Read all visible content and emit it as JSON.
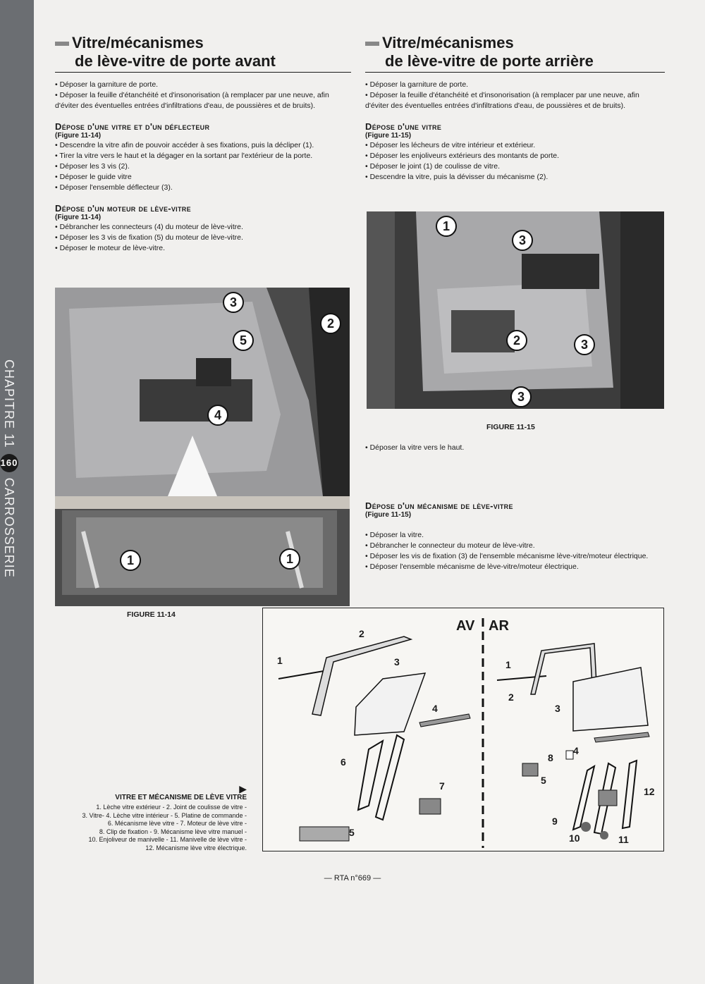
{
  "sidebar": {
    "chapter": "CHAPITRE 11",
    "page_number": "160",
    "section": "CARROSSERIE"
  },
  "left": {
    "title_line1": "Vitre/mécanismes",
    "title_line2": "de lève-vitre de porte avant",
    "intro": [
      "Déposer la garniture de porte.",
      "Déposer la feuille d'étanchéité et d'insonorisation (à remplacer par une neuve, afin d'éviter des éventuelles entrées d'infiltrations d'eau, de poussières et de bruits)."
    ],
    "s1_title": "Dépose d'une vitre et d'un déflecteur",
    "s1_ref": "(Figure 11-14)",
    "s1_items": [
      "Descendre la vitre afin de pouvoir accéder à ses fixations, puis la décliper (1).",
      "Tirer la vitre vers le haut et la dégager en la sortant par l'extérieur de la porte.",
      "Déposer les 3 vis (2).",
      "Déposer le guide vitre",
      "Déposer l'ensemble déflecteur (3)."
    ],
    "s2_title": "Dépose d'un moteur de lève-vitre",
    "s2_ref": "(Figure 11-14)",
    "s2_items": [
      "Débrancher les connecteurs (4) du moteur de lève-vitre.",
      "Déposer les 3 vis de fixation (5) du moteur de lève-vitre.",
      "Déposer le moteur de lève-vitre."
    ],
    "fig_caption": "FIGURE 11-14",
    "callouts": [
      "1",
      "1",
      "2",
      "3",
      "4",
      "5"
    ]
  },
  "right": {
    "title_line1": "Vitre/mécanismes",
    "title_line2": "de lève-vitre de porte arrière",
    "intro": [
      "Déposer la garniture de porte.",
      "Déposer la feuille d'étanchéité et d'insonorisation (à remplacer par une neuve, afin d'éviter des éventuelles entrées d'infiltrations d'eau, de poussières et de bruits)."
    ],
    "s1_title": "Dépose d'une vitre",
    "s1_ref": "(Figure 11-15)",
    "s1_items": [
      "Déposer les lécheurs de vitre intérieur et extérieur.",
      "Déposer les enjoliveurs extérieurs des montants de porte.",
      "Déposer le joint (1) de coulisse de vitre.",
      "Descendre la vitre, puis la dévisser du mécanisme (2)."
    ],
    "fig_caption": "FIGURE 11-15",
    "after_fig": "Déposer la vitre vers le haut.",
    "s2_title": "Dépose d'un mécanisme de lève-vitre",
    "s2_ref": "(Figure 11-15)",
    "s2_items": [
      "Déposer la vitre.",
      "Débrancher le connecteur du moteur de lève-vitre.",
      "Déposer les vis de fixation (3) de l'ensemble mécanisme lève-vitre/moteur électrique.",
      "Déposer l'ensemble mécanisme de lève-vitre/moteur électrique."
    ],
    "callouts": [
      "1",
      "2",
      "3",
      "3",
      "3"
    ]
  },
  "diagram": {
    "av": "AV",
    "ar": "AR",
    "labels_av": [
      "1",
      "2",
      "3",
      "4",
      "5",
      "6",
      "7"
    ],
    "labels_ar": [
      "1",
      "2",
      "3",
      "4",
      "5",
      "8",
      "9",
      "10",
      "11",
      "12"
    ]
  },
  "legend": {
    "title": "VITRE ET MÉCANISME DE LÈVE VITRE",
    "lines": [
      "1. Lèche vitre extérieur - 2. Joint de coulisse de vitre -",
      "3. Vitre- 4. Lèche vitre intérieur - 5. Platine de commande -",
      "6. Mécanisme lève vitre - 7. Moteur de lève vitre -",
      "8. Clip de fixation - 9. Mécanisme lève vitre manuel -",
      "10. Enjoliveur de manivelle - 11. Manivelle de lève vitre -",
      "12. Mécanisme lève vitre électrique."
    ]
  },
  "footer": "— RTA n°669 —"
}
